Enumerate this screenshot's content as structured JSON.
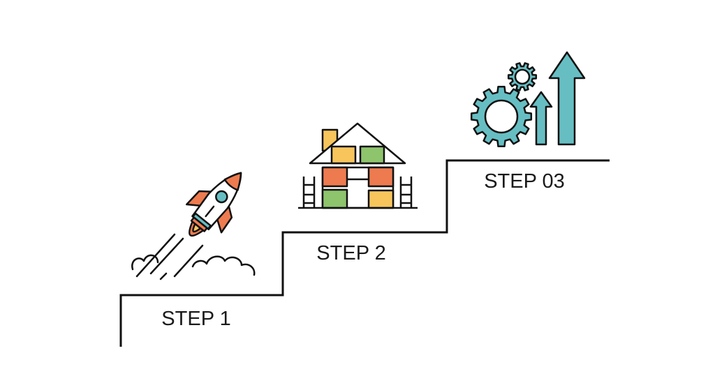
{
  "steps": [
    {
      "label": "STEP 1",
      "icon": "rocket-icon"
    },
    {
      "label": "STEP 2",
      "icon": "house-building-icon"
    },
    {
      "label": "STEP 03",
      "icon": "gears-growth-arrows-icon"
    }
  ],
  "colors": {
    "line": "#111111",
    "orange": "#ee7b4f",
    "yellow": "#f7c55c",
    "green": "#8dc46c",
    "teal": "#66bec3",
    "background": "#ffffff"
  }
}
